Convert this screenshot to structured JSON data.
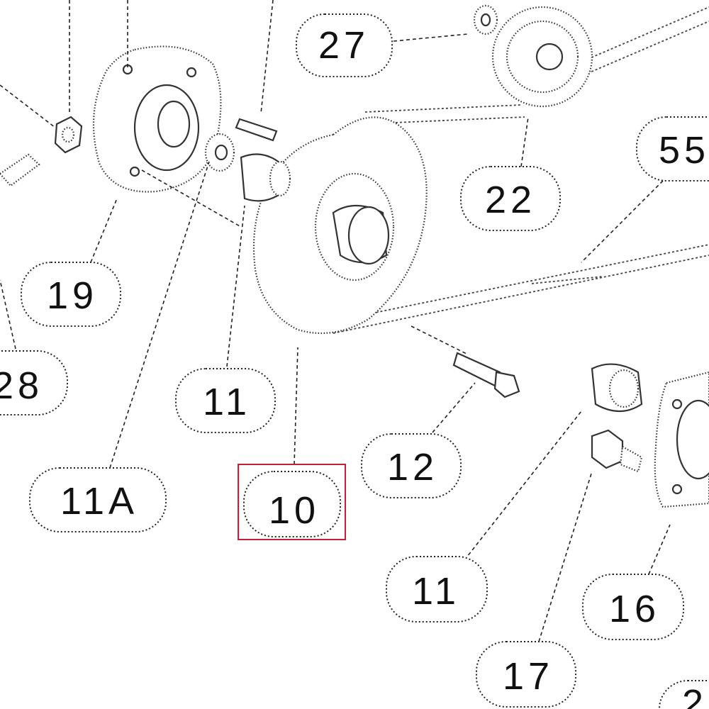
{
  "callouts": {
    "c27": "27",
    "c22": "22",
    "c55": "55",
    "c19": "19",
    "c28": "28",
    "c11a": "11",
    "c11b": "11",
    "c11A": "11A",
    "c10": "10",
    "c12": "12",
    "c16": "16",
    "c17": "17",
    "c2": "2"
  },
  "highlight": {
    "callout": "10",
    "color": "#c0203a"
  }
}
